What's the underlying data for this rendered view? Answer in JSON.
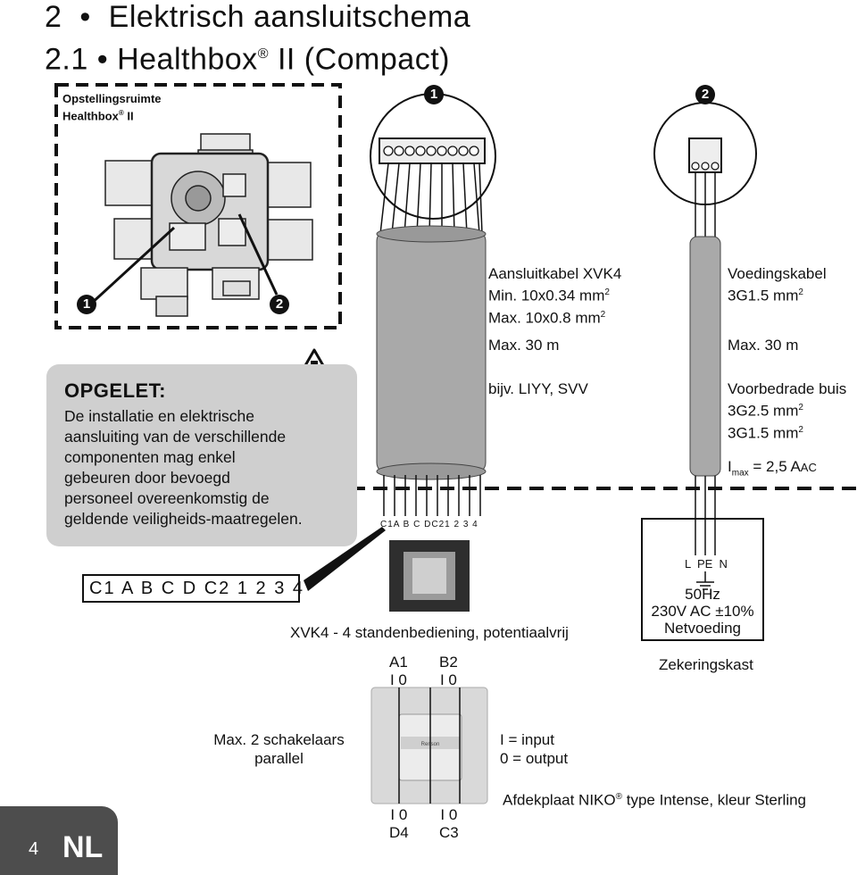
{
  "title": {
    "chapter_num": "2",
    "bullet": "•",
    "chapter": "Elektrisch aansluitschema",
    "section_num": "2.1",
    "section": "Healthbox",
    "reg": "®",
    "section_suffix": "II (Compact)"
  },
  "opstelling": {
    "label_line1": "Opstellingsruimte",
    "label_line2": "Healthbox",
    "reg": "®",
    "label_suffix": "II",
    "marker1": "1",
    "marker2": "2"
  },
  "markers": {
    "top1": "1",
    "top2": "2"
  },
  "warning": {
    "title": "OPGELET:",
    "lines": [
      "De installatie en elektrische",
      "aansluiting van de verschillende",
      "componenten mag enkel",
      "gebeuren door bevoegd",
      "personeel overeenkomstig de",
      "geldende veiligheids-maatregelen."
    ],
    "icon": "warning-triangle-icon"
  },
  "terminals": "C1 A B C D C2 1 2 3 4",
  "cable1": {
    "name": "Aansluitkabel XVK4",
    "min": "Min.  10x0.34 mm",
    "max": "Max. 10x0.8 mm",
    "sup": "2",
    "length": "Max. 30 m",
    "example": "bijv. LIYY, SVV"
  },
  "cable2": {
    "name": "Voedingskabel",
    "spec": "3G1.5 mm",
    "sup": "2",
    "length": "Max. 30 m",
    "conduit": "Voorbedrade buis",
    "conduit1": "3G2.5 mm",
    "conduit2": "3G1.5 mm",
    "imax_i": "I",
    "imax_sub": "max",
    "imax_val": "= 2,5 A",
    "imax_unit": "AC"
  },
  "switch": {
    "terminal_label": "C1A B C DC21  2 3 4",
    "caption": "XVK4 - 4 standenbediening, potentiaalvrij",
    "a1": "A1",
    "b2": "B2",
    "top_left_io": "I 0",
    "top_right_io": "I 0",
    "bottom_left_io": "I 0",
    "bottom_right_io": "I 0",
    "d4": "D4",
    "c3": "C3",
    "max_line1": "Max. 2 schakelaars",
    "max_line2": "parallel",
    "io_input": "I  = input",
    "io_output": "0 = output",
    "cover": "Afdekplaat NIKO",
    "reg": "®",
    "cover_suffix": "type Intense, kleur Sterling",
    "plate_brand": "Renson"
  },
  "fusebox": {
    "terminals": "L  PE  N",
    "freq": "50Hz",
    "voltage": "230V AC ±10%",
    "label": "Netvoeding",
    "caption": "Zekeringskast"
  },
  "page": {
    "number": "4",
    "lang": "NL"
  },
  "colors": {
    "cable": "#a9a9a9",
    "warning_bg": "#cfcfcf",
    "page_tab": "#4d4d4d",
    "plate": "#d9d9d9",
    "text": "#111111"
  }
}
